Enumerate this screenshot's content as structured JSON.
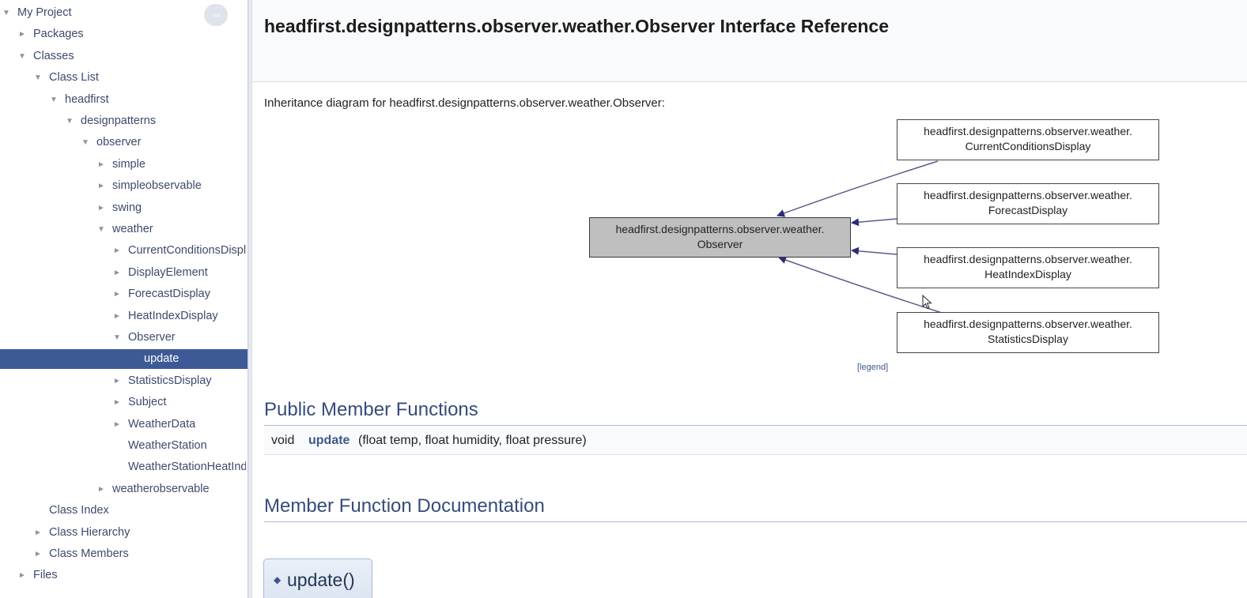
{
  "sidebar": {
    "sync_icon": "⇔",
    "items": [
      {
        "label": "My Project",
        "arrow": "▼",
        "depth": 0
      },
      {
        "label": "Packages",
        "arrow": "►",
        "depth": 1
      },
      {
        "label": "Classes",
        "arrow": "▼",
        "depth": 1
      },
      {
        "label": "Class List",
        "arrow": "▼",
        "depth": 2
      },
      {
        "label": "headfirst",
        "arrow": "▼",
        "depth": 3
      },
      {
        "label": "designpatterns",
        "arrow": "▼",
        "depth": 4
      },
      {
        "label": "observer",
        "arrow": "▼",
        "depth": 5
      },
      {
        "label": "simple",
        "arrow": "►",
        "depth": 6
      },
      {
        "label": "simpleobservable",
        "arrow": "►",
        "depth": 6
      },
      {
        "label": "swing",
        "arrow": "►",
        "depth": 6
      },
      {
        "label": "weather",
        "arrow": "▼",
        "depth": 6
      },
      {
        "label": "CurrentConditionsDisplay",
        "arrow": "►",
        "depth": 7
      },
      {
        "label": "DisplayElement",
        "arrow": "►",
        "depth": 7
      },
      {
        "label": "ForecastDisplay",
        "arrow": "►",
        "depth": 7
      },
      {
        "label": "HeatIndexDisplay",
        "arrow": "►",
        "depth": 7
      },
      {
        "label": "Observer",
        "arrow": "▼",
        "depth": 7
      },
      {
        "label": "update",
        "arrow": "",
        "depth": 8,
        "selected": true
      },
      {
        "label": "StatisticsDisplay",
        "arrow": "►",
        "depth": 7
      },
      {
        "label": "Subject",
        "arrow": "►",
        "depth": 7
      },
      {
        "label": "WeatherData",
        "arrow": "►",
        "depth": 7
      },
      {
        "label": "WeatherStation",
        "arrow": "",
        "depth": 7
      },
      {
        "label": "WeatherStationHeatIndex",
        "arrow": "",
        "depth": 7
      },
      {
        "label": "weatherobservable",
        "arrow": "►",
        "depth": 6
      },
      {
        "label": "Class Index",
        "arrow": "",
        "depth": 2
      },
      {
        "label": "Class Hierarchy",
        "arrow": "►",
        "depth": 2
      },
      {
        "label": "Class Members",
        "arrow": "►",
        "depth": 2
      },
      {
        "label": "Files",
        "arrow": "►",
        "depth": 1
      }
    ]
  },
  "main": {
    "title": "headfirst.designpatterns.observer.weather.Observer Interface Reference",
    "inheritance_caption": "Inheritance diagram for headfirst.designpatterns.observer.weather.Observer:",
    "diagram": {
      "main_node": {
        "line1": "headfirst.designpatterns.observer.weather.",
        "line2": "Observer"
      },
      "children": [
        {
          "line1": "headfirst.designpatterns.observer.weather.",
          "line2": "CurrentConditionsDisplay"
        },
        {
          "line1": "headfirst.designpatterns.observer.weather.",
          "line2": "ForecastDisplay"
        },
        {
          "line1": "headfirst.designpatterns.observer.weather.",
          "line2": "HeatIndexDisplay"
        },
        {
          "line1": "headfirst.designpatterns.observer.weather.",
          "line2": "StatisticsDisplay"
        }
      ],
      "legend_label": "[legend]",
      "edge_color": "#2c2c7a"
    },
    "public_member_functions_title": "Public Member Functions",
    "member": {
      "return_type": "void",
      "name": "update",
      "args": "(float temp, float humidity, float pressure)"
    },
    "member_function_documentation_title": "Member Function Documentation",
    "doc_entry": {
      "marker": "◆",
      "label": "update()"
    }
  }
}
